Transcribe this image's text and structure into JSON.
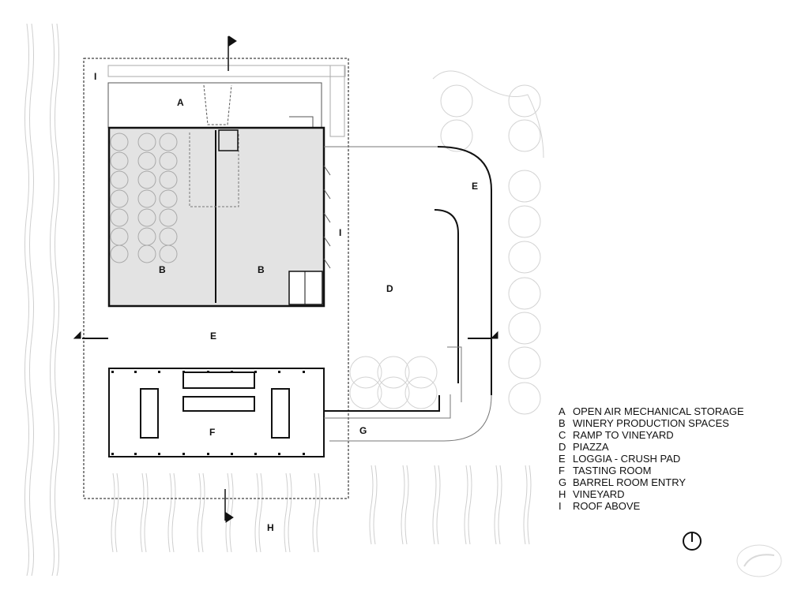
{
  "plan_labels": {
    "A": "A",
    "B1": "B",
    "B2": "B",
    "D": "D",
    "E_loggia": "E",
    "E_ramp": "E",
    "F": "F",
    "G": "G",
    "H": "H",
    "I_top": "I",
    "I_right": "I"
  },
  "legend": [
    {
      "key": "A",
      "text": "OPEN AIR MECHANICAL STORAGE"
    },
    {
      "key": "B",
      "text": "WINERY PRODUCTION SPACES"
    },
    {
      "key": "C",
      "text": "RAMP TO VINEYARD"
    },
    {
      "key": "D",
      "text": "PIAZZA"
    },
    {
      "key": "E",
      "text": "LOGGIA - CRUSH PAD"
    },
    {
      "key": "F",
      "text": "TASTING ROOM"
    },
    {
      "key": "G",
      "text": "BARREL ROOM ENTRY"
    },
    {
      "key": "H",
      "text": "VINEYARD"
    },
    {
      "key": "I",
      "text": "ROOF ABOVE"
    }
  ],
  "colors": {
    "line": "#111111",
    "fill_interior": "#e3e3e3",
    "light_line": "#bdbdbd"
  },
  "icons": [
    "north-arrow-icon",
    "section-marker-icon",
    "watermark-logo"
  ]
}
